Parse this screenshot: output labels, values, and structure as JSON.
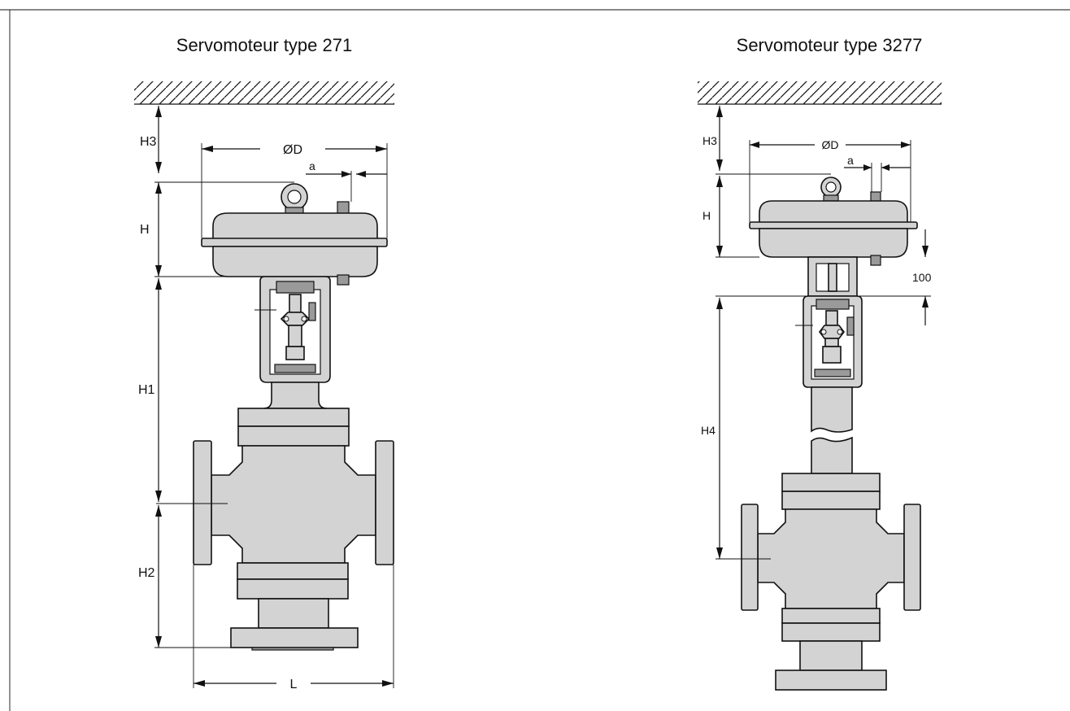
{
  "left": {
    "title": "Servomoteur type 271",
    "labels": {
      "h3": "H3",
      "d": "ØD",
      "a": "a",
      "h": "H",
      "h1": "H1",
      "h2": "H2",
      "l": "L"
    }
  },
  "right": {
    "title": "Servomoteur type 3277",
    "labels": {
      "h3": "H3",
      "d": "ØD",
      "a": "a",
      "h": "H",
      "h4": "H4",
      "extra": "100"
    }
  }
}
